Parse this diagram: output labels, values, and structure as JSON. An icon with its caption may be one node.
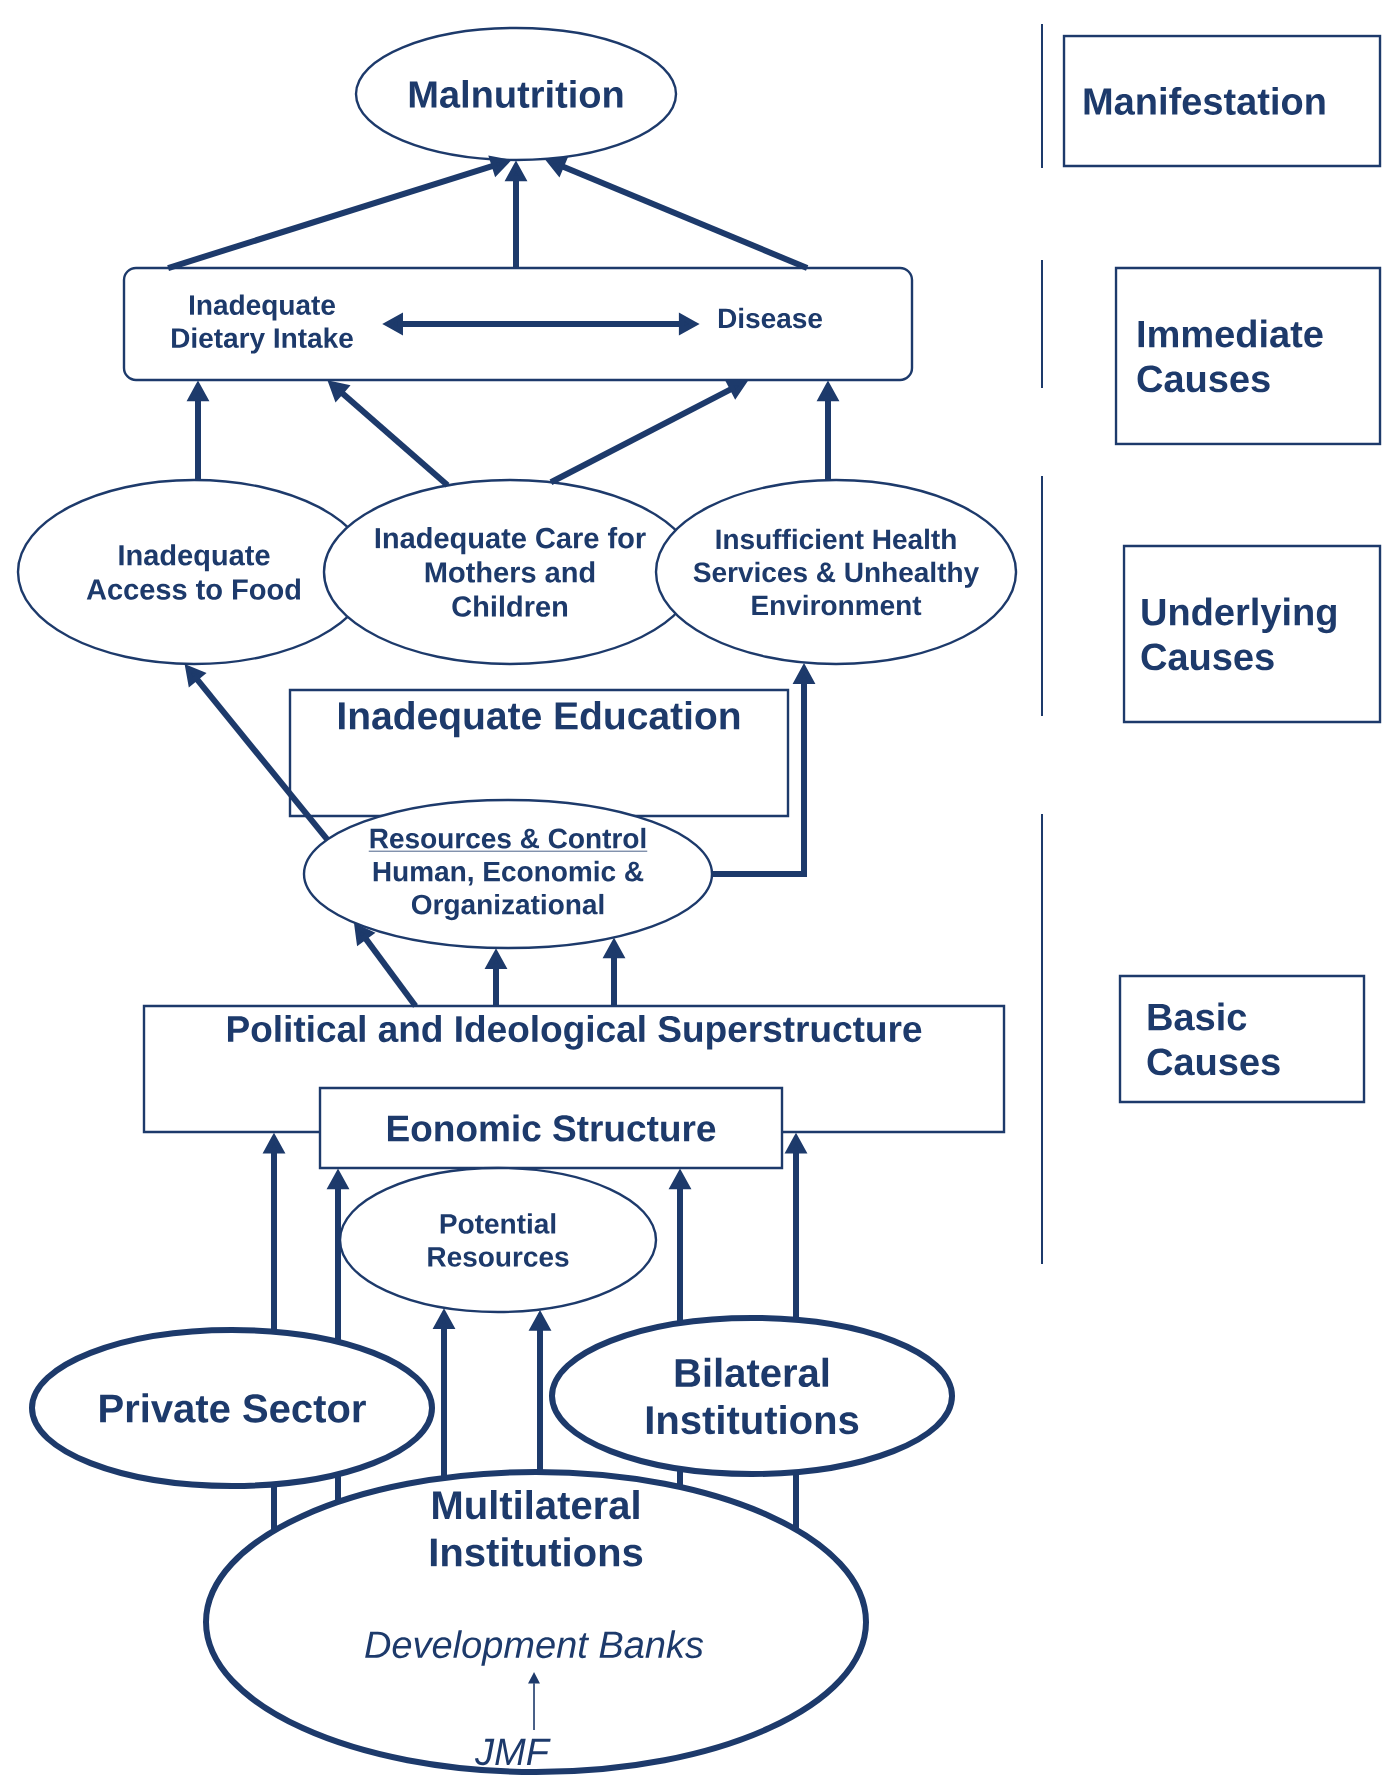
{
  "diagram": {
    "nodes": [
      {
        "text": [
          "Malnutrition"
        ]
      },
      {
        "text": [],
        "shape": "box"
      },
      {
        "text": [
          "Inadequate Dietary Intake"
        ],
        "in": 1
      },
      {
        "text": [
          "Disease"
        ],
        "in": 1
      },
      {
        "text": [
          "Inadequate Access to Food"
        ]
      },
      {
        "text": [
          "Inadequate Care for Mothers and Children"
        ]
      },
      {
        "text": [
          "Insufficient Health Services & Unhealthy Environment"
        ]
      },
      {
        "text": [
          "Inadequate Education"
        ]
      },
      {
        "text": [
          "Resources & Control",
          "Human, Economic & Organizational"
        ]
      },
      {
        "text": [
          "Political and Ideological Superstructure"
        ]
      },
      {
        "text": [
          "Eonomic Structure"
        ]
      },
      {
        "text": [
          "Potential Resources"
        ]
      },
      {
        "text": [
          "Private Sector"
        ]
      },
      {
        "text": [
          "Bilateral Institutions"
        ]
      },
      {
        "text": [
          "Multilateral Institutions"
        ]
      },
      {
        "text": [
          "Development Banks"
        ],
        "in": 14
      },
      {
        "text": [
          "JMF"
        ],
        "in": 14
      },
      {
        "text": [
          "Manifestation"
        ]
      },
      {
        "text": [
          "Immediate Causes"
        ]
      },
      {
        "text": [
          "Underlying Causes"
        ]
      },
      {
        "text": [
          "Basic Causes"
        ]
      }
    ],
    "edges": [
      {
        "from": 1,
        "to": 0,
        "arrow": "to"
      },
      {
        "from": 1,
        "to": 0,
        "arrow": "to"
      },
      {
        "from": 1,
        "to": 0,
        "arrow": "to"
      },
      {
        "from": 2,
        "to": 3,
        "arrow": "both"
      },
      {
        "from": 4,
        "to": 1,
        "arrow": "to"
      },
      {
        "from": 5,
        "to": 1,
        "arrow": "to"
      },
      {
        "from": 5,
        "to": 1,
        "arrow": "to"
      },
      {
        "from": 6,
        "to": 1,
        "arrow": "to"
      },
      {
        "from": 8,
        "to": 4,
        "arrow": "to"
      },
      {
        "from": 8,
        "to": 6,
        "arrow": "to"
      },
      {
        "from": 9,
        "to": 8,
        "arrow": "to"
      },
      {
        "from": 9,
        "to": 8,
        "arrow": "to"
      },
      {
        "from": 9,
        "to": 8,
        "arrow": "to"
      },
      {
        "from": 14,
        "to": 12,
        "arrow": "none"
      },
      {
        "from": 12,
        "to": 9,
        "arrow": "to"
      },
      {
        "from": 14,
        "to": 12,
        "arrow": "none"
      },
      {
        "from": 12,
        "to": 10,
        "arrow": "to"
      },
      {
        "from": 14,
        "to": 11,
        "arrow": "to"
      },
      {
        "from": 14,
        "to": 11,
        "arrow": "to"
      },
      {
        "from": 14,
        "to": 13,
        "arrow": "none"
      },
      {
        "from": 13,
        "to": 10,
        "arrow": "to"
      },
      {
        "from": 14,
        "to": 13,
        "arrow": "none"
      },
      {
        "from": 13,
        "to": 9,
        "arrow": "to"
      },
      {
        "from": 16,
        "to": 15,
        "arrow": "to"
      }
    ]
  }
}
